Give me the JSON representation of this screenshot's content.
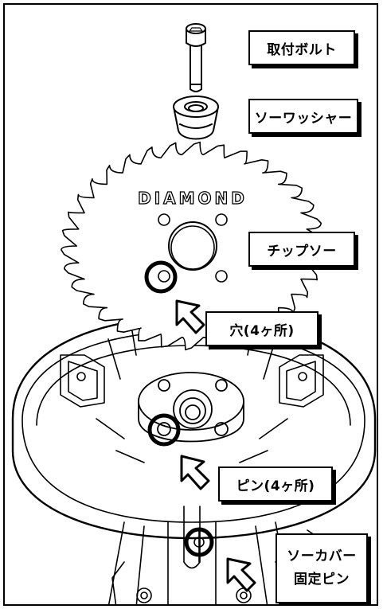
{
  "labels": {
    "mounting_bolt": "取付ボルト",
    "saw_washer": "ソーワッシャー",
    "tip_saw": "チップソー",
    "holes": "穴(4ヶ所)",
    "pins": "ピン(4ヶ所)",
    "saw_cover_line1": "ソーカバー",
    "saw_cover_line2": "固定ピン"
  },
  "blade_brand_text": "DIAMOND",
  "colors": {
    "line": "#000000",
    "background": "#ffffff"
  }
}
